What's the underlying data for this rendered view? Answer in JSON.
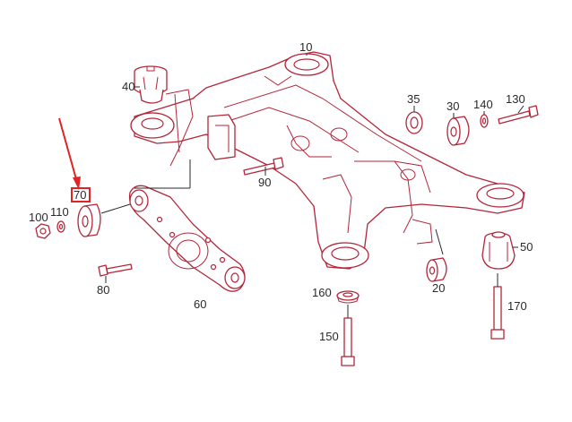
{
  "diagram": {
    "part_numbers": {
      "p10": "10",
      "p20": "20",
      "p30": "30",
      "p35": "35",
      "p40": "40",
      "p50": "50",
      "p60": "60",
      "p70": "70",
      "p80": "80",
      "p90": "90",
      "p100": "100",
      "p110": "110",
      "p130": "130",
      "p140": "140",
      "p150": "150",
      "p160": "160",
      "p170": "170"
    },
    "highlighted_part": "70",
    "colors": {
      "line_art": "#b3263a",
      "highlight": "#e02424",
      "text": "#2a2a2a"
    }
  }
}
